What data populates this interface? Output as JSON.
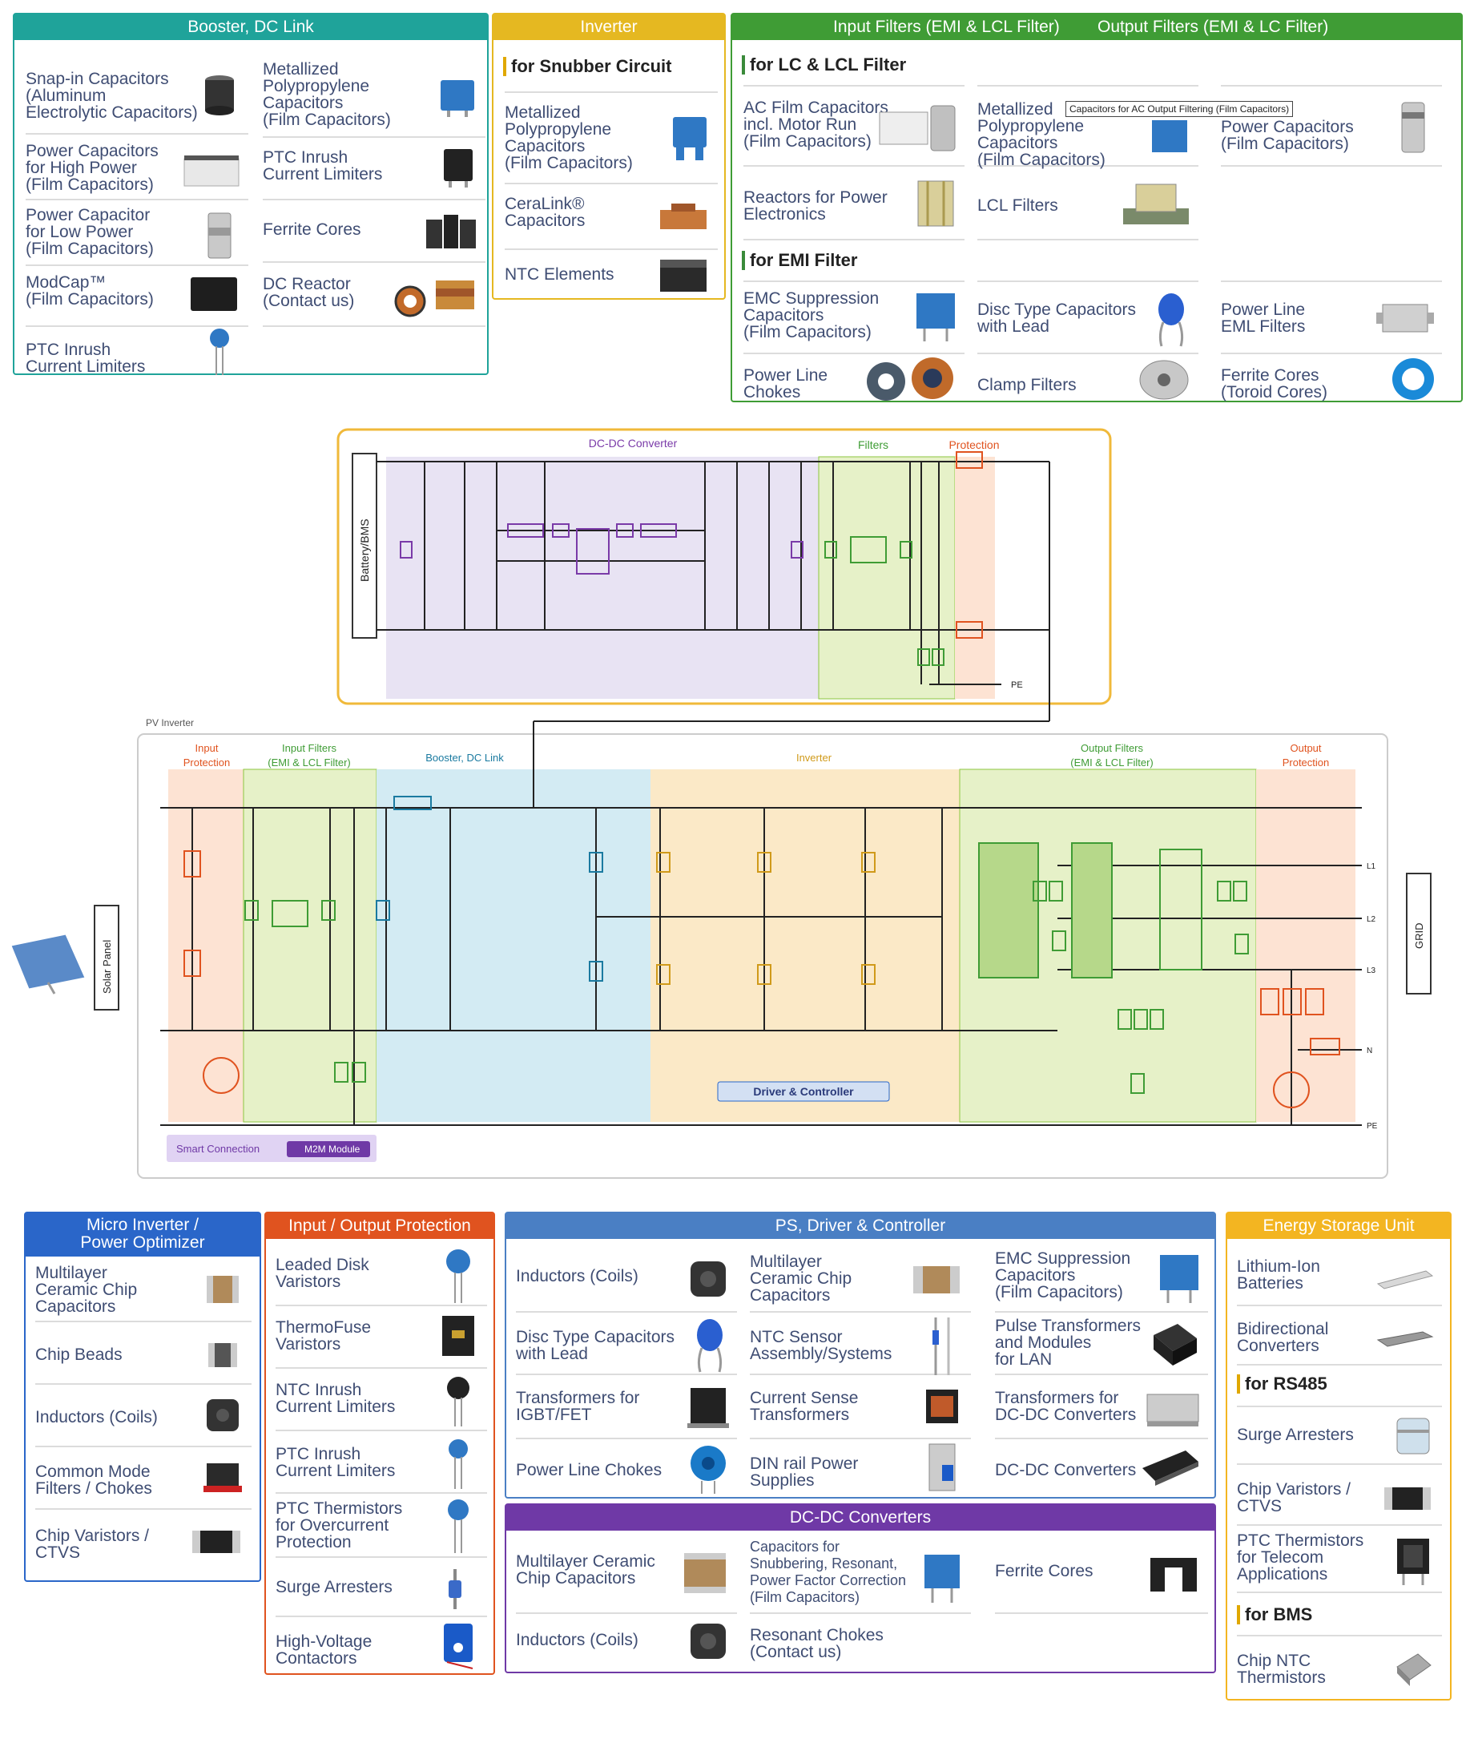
{
  "colors": {
    "teal": "#1fa39a",
    "gold": "#e5b821",
    "green": "#3f9c35",
    "blue": "#2a66c9",
    "orange": "#e0531f",
    "steel": "#4a7fc4",
    "purple": "#6f39a6",
    "amber": "#f3b521"
  },
  "booster": {
    "title": "Booster, DC Link",
    "items": [
      {
        "label": "Snap-in Capacitors\n(Aluminum\nElectrolytic Capacitors)",
        "icon": "snap-in-capacitor-icon"
      },
      {
        "label": "Metallized\nPolypropylene\nCapacitors\n(Film Capacitors)",
        "icon": "film-capacitor-icon"
      },
      {
        "label": "Power Capacitors\nfor High Power\n(Film Capacitors)",
        "icon": "power-capacitor-high-icon"
      },
      {
        "label": "PTC Inrush\nCurrent Limiters",
        "icon": "ptc-block-icon"
      },
      {
        "label": "Power Capacitor\nfor Low Power\n(Film Capacitors)",
        "icon": "power-capacitor-low-icon"
      },
      {
        "label": "Ferrite Cores",
        "icon": "ferrite-core-icon"
      },
      {
        "label": "ModCap™\n(Film Capacitors)",
        "icon": "modcap-icon"
      },
      {
        "label": "DC Reactor\n(Contact us)",
        "icon": "dc-reactor-icon"
      },
      {
        "label": "PTC Inrush\nCurrent Limiters",
        "icon": "ptc-disk-icon"
      }
    ]
  },
  "inverter": {
    "title": "Inverter",
    "sub": "for Snubber Circuit",
    "items": [
      {
        "label": "Metallized\nPolypropylene\nCapacitors\n(Film Capacitors)",
        "icon": "film-capacitor-icon"
      },
      {
        "label": "CeraLink®\nCapacitors",
        "icon": "ceralink-icon"
      },
      {
        "label": "NTC Elements",
        "icon": "ntc-element-icon"
      }
    ]
  },
  "filters": {
    "title_left": "Input Filters (EMI & LCL Filter)",
    "title_right": "Output Filters (EMI & LC Filter)",
    "sub_lc": "for LC & LCL Filter",
    "sub_emi": "for EMI Filter",
    "items": [
      {
        "label": "AC Film Capacitors\nincl. Motor Run\n(Film Capacitors)",
        "icon": "ac-film-capacitor-icon"
      },
      {
        "label": "Metallized\nPolypropylene\nCapacitors\n(Film Capacitors)",
        "icon": "film-capacitor-icon"
      },
      {
        "label": "Power Capacitors\n(Film Capacitors)",
        "icon": "power-capacitor-icon"
      },
      {
        "label": "Reactors for Power\nElectronics",
        "icon": "reactor-icon"
      },
      {
        "label": "LCL Filters",
        "icon": "lcl-filter-icon"
      },
      {
        "label": "EMC Suppression\nCapacitors\n(Film Capacitors)",
        "icon": "emc-capacitor-icon"
      },
      {
        "label": "Disc Type Capacitors\nwith Lead",
        "icon": "disc-capacitor-icon"
      },
      {
        "label": "Power Line\nEML Filters",
        "icon": "eml-filter-icon"
      },
      {
        "label": "Power Line\nChokes",
        "icon": "choke-icon"
      },
      {
        "label": "Clamp Filters",
        "icon": "clamp-filter-icon"
      },
      {
        "label": "Ferrite Cores\n(Toroid Cores)",
        "icon": "toroid-icon"
      }
    ],
    "tooltip": "Capacitors for AC Output Filtering (Film Capacitors)"
  },
  "dcdc_diagram": {
    "title": "DC-DC Converter",
    "filters": "Filters",
    "protection": "Protection",
    "battery": "Battery/BMS",
    "pe": "PE"
  },
  "pv_diagram": {
    "title": "PV Inverter",
    "input_protection": "Input\nProtection",
    "input_filters": "Input Filters\n(EMI & LCL Filter)",
    "booster": "Booster, DC Link",
    "inverter": "Inverter",
    "output_filters": "Output Filters\n(EMI & LCL Filter)",
    "output_protection": "Output\nProtection",
    "solar": "Solar Panel",
    "grid": "GRID",
    "driver": "Driver & Controller",
    "smart": "Smart Connection",
    "m2m": "M2M Module",
    "l1": "L1",
    "l2": "L2",
    "l3": "L3",
    "n": "N",
    "pe": "PE"
  },
  "micro": {
    "title": "Micro Inverter /\nPower Optimizer",
    "items": [
      {
        "label": "Multilayer\nCeramic Chip\nCapacitors",
        "icon": "mlcc-icon"
      },
      {
        "label": "Chip Beads",
        "icon": "chip-bead-icon"
      },
      {
        "label": "Inductors (Coils)",
        "icon": "inductor-icon"
      },
      {
        "label": "Common Mode\nFilters / Chokes",
        "icon": "common-mode-filter-icon"
      },
      {
        "label": "Chip Varistors /\nCTVS",
        "icon": "chip-varistor-icon"
      }
    ]
  },
  "io": {
    "title": "Input / Output Protection",
    "items": [
      {
        "label": "Leaded Disk\nVaristors",
        "icon": "disk-varistor-icon"
      },
      {
        "label": "ThermoFuse\nVaristors",
        "icon": "thermofuse-icon"
      },
      {
        "label": "NTC Inrush\nCurrent Limiters",
        "icon": "ntc-inrush-icon"
      },
      {
        "label": "PTC Inrush\nCurrent Limiters",
        "icon": "ptc-inrush-icon"
      },
      {
        "label": "PTC Thermistors\nfor Overcurrent\nProtection",
        "icon": "ptc-thermistor-icon"
      },
      {
        "label": "Surge Arresters",
        "icon": "surge-arrester-icon"
      },
      {
        "label": "High-Voltage\nContactors",
        "icon": "contactor-icon"
      }
    ]
  },
  "ps": {
    "title": "PS, Driver & Controller",
    "items": [
      {
        "label": "Inductors (Coils)",
        "icon": "inductor-icon"
      },
      {
        "label": "Multilayer\nCeramic Chip\nCapacitors",
        "icon": "mlcc-icon"
      },
      {
        "label": "EMC Suppression\nCapacitors\n(Film Capacitors)",
        "icon": "emc-capacitor-icon"
      },
      {
        "label": "Disc Type Capacitors\nwith Lead",
        "icon": "disc-capacitor-icon"
      },
      {
        "label": "NTC Sensor\nAssembly/Systems",
        "icon": "ntc-sensor-icon"
      },
      {
        "label": "Pulse Transformers\nand Modules\nfor LAN",
        "icon": "pulse-transformer-icon"
      },
      {
        "label": "Transformers for\nIGBT/FET",
        "icon": "igbt-transformer-icon"
      },
      {
        "label": "Current Sense\nTransformers",
        "icon": "current-sense-icon"
      },
      {
        "label": "Transformers for\nDC-DC Converters",
        "icon": "dcdc-transformer-icon"
      },
      {
        "label": "Power Line Chokes",
        "icon": "choke-icon"
      },
      {
        "label": "DIN rail Power\nSupplies",
        "icon": "din-rail-icon"
      },
      {
        "label": "DC-DC Converters",
        "icon": "dcdc-converter-icon"
      }
    ]
  },
  "dcdc": {
    "title": "DC-DC Converters",
    "items": [
      {
        "label": "Multilayer Ceramic\nChip Capacitors",
        "icon": "mlcc-icon"
      },
      {
        "label": "Capacitors for\nSnubbering, Resonant,\nPower Factor Correction\n(Film Capacitors)",
        "icon": "film-capacitor-icon"
      },
      {
        "label": "Ferrite Cores",
        "icon": "ferrite-core-icon"
      },
      {
        "label": "Inductors (Coils)",
        "icon": "inductor-icon"
      },
      {
        "label": "Resonant Chokes\n(Contact us)",
        "icon": "resonant-choke-icon"
      }
    ]
  },
  "esu": {
    "title": "Energy Storage Unit",
    "sub_rs485": "for RS485",
    "sub_bms": "for BMS",
    "items": [
      {
        "label": "Lithium-Ion\nBatteries",
        "icon": "battery-icon"
      },
      {
        "label": "Bidirectional\nConverters",
        "icon": "bidirectional-converter-icon"
      },
      {
        "label": "Surge Arresters",
        "icon": "surge-arrester-icon"
      },
      {
        "label": "Chip Varistors /\nCTVS",
        "icon": "chip-varistor-icon"
      },
      {
        "label": "PTC Thermistors\nfor Telecom\nApplications",
        "icon": "ptc-telecom-icon"
      },
      {
        "label": "Chip NTC\nThermistors",
        "icon": "chip-ntc-icon"
      }
    ]
  }
}
